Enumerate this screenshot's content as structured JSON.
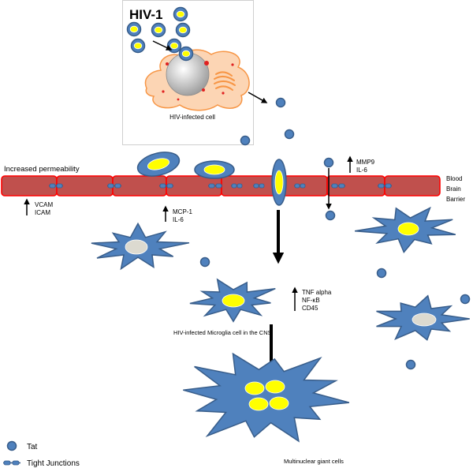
{
  "infected_cell_panel": {
    "virus_label": "HIV-1",
    "cell_label": "HIV-infected cell"
  },
  "barrier": {
    "permeability_label": "Increased permeability",
    "name_lines": [
      "Blood",
      "Brain",
      "Barrier"
    ]
  },
  "markers": {
    "adhesion": [
      "VCAM",
      "ICAM"
    ],
    "chemokine": [
      "MCP-1",
      "IL-6"
    ],
    "protease": [
      "MMP9",
      "IL-6"
    ],
    "microglia": [
      "TNF alpha",
      "NF-κB",
      "CD45"
    ]
  },
  "microglia_label": "HIV-infected Microglia cell in the CNS",
  "giant_cell_label": "Multinuclear giant cells",
  "legend": {
    "tat": "Tat",
    "tight_junctions": "Tight Junctions"
  },
  "colors": {
    "cell_blue": "#4f81bd",
    "cell_outline": "#385d8a",
    "nucleus_yellow": "#ffff00",
    "nucleus_gray": "#dcdad0",
    "barrier_fill": "#c0504d",
    "barrier_edge": "#ff0000",
    "infected_cell_fill": "#fcd5b4",
    "infected_cell_edge": "#f79646"
  }
}
